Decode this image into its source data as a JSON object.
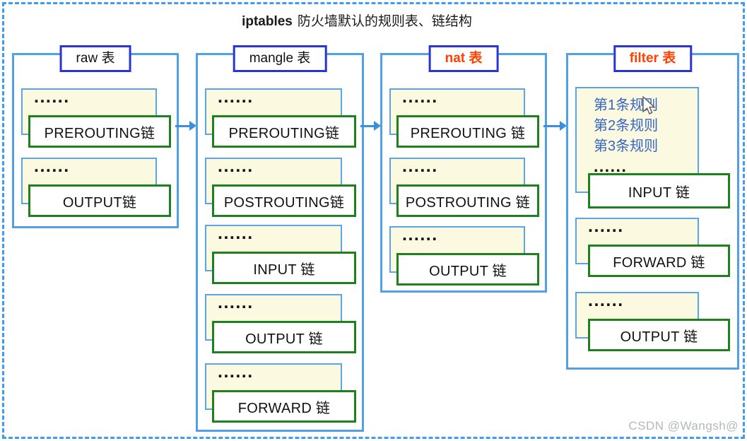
{
  "diagram": {
    "title": {
      "brand": "iptables",
      "rest": "防火墙默认的规则表、链结构"
    },
    "dots": "......",
    "watermark": "CSDN @Wangsh@"
  },
  "colors": {
    "container_border": "#52a0e8",
    "title_border": "#2a35cf",
    "accent_title_text": "#ff4000",
    "chain_border_green": "#1e811e",
    "pad_background": "#fbfae1",
    "rule_text_blue": "#3565c4",
    "arrow_blue": "#3e8ee0",
    "dashed_frame_blue": "#3f9bf2",
    "watermark_gray": "#b4b7bc"
  },
  "columns": [
    {
      "id": "raw",
      "title": "raw 表",
      "chains": [
        {
          "label": "PREROUTING链"
        },
        {
          "label": "OUTPUT链"
        }
      ]
    },
    {
      "id": "mangle",
      "title": "mangle 表",
      "chains": [
        {
          "label": "PREROUTING链"
        },
        {
          "label": "POSTROUTING链"
        },
        {
          "label": "INPUT 链"
        },
        {
          "label": "OUTPUT 链"
        },
        {
          "label": "FORWARD 链"
        }
      ]
    },
    {
      "id": "nat",
      "title": "nat 表",
      "chains": [
        {
          "label": "PREROUTING 链"
        },
        {
          "label": "POSTROUTING 链"
        },
        {
          "label": "OUTPUT 链"
        }
      ]
    },
    {
      "id": "filter",
      "title": "filter 表",
      "rules": [
        "第1条规则",
        "第2条规则",
        "第3条规则",
        "......"
      ],
      "chains": [
        {
          "label": "INPUT 链"
        },
        {
          "label": "FORWARD 链"
        },
        {
          "label": "OUTPUT 链"
        }
      ]
    }
  ]
}
